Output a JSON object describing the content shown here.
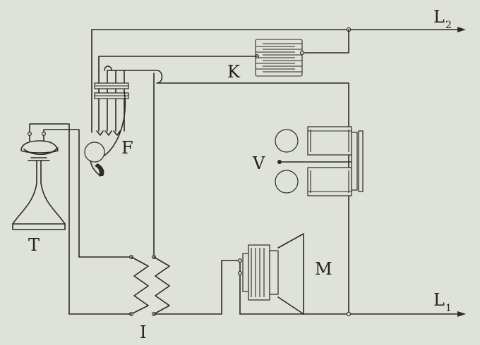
{
  "labels": {
    "line2_main": "L",
    "line2_sub": "2",
    "line1_main": "L",
    "line1_sub": "1",
    "condenser": "K",
    "hook_switch": "F",
    "ringer": "V",
    "transmitter": "M",
    "telephone": "T",
    "induction_coil": "I"
  }
}
